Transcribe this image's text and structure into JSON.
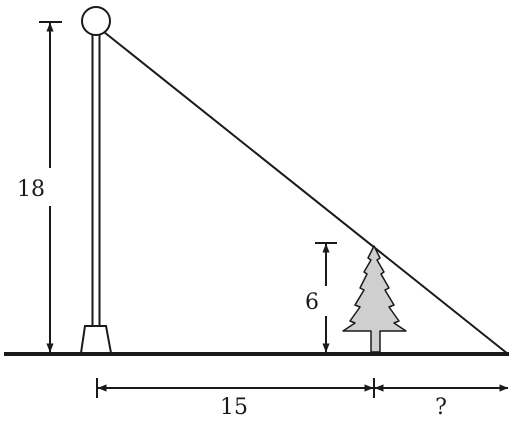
{
  "diagram": {
    "labels": {
      "pole_height": "18",
      "tree_height": "6",
      "pole_to_tree_distance": "15",
      "unknown_distance": "?"
    },
    "colors": {
      "line": "#1a1a1a",
      "tree_fill": "#cfcfcf",
      "background": "#ffffff"
    }
  }
}
